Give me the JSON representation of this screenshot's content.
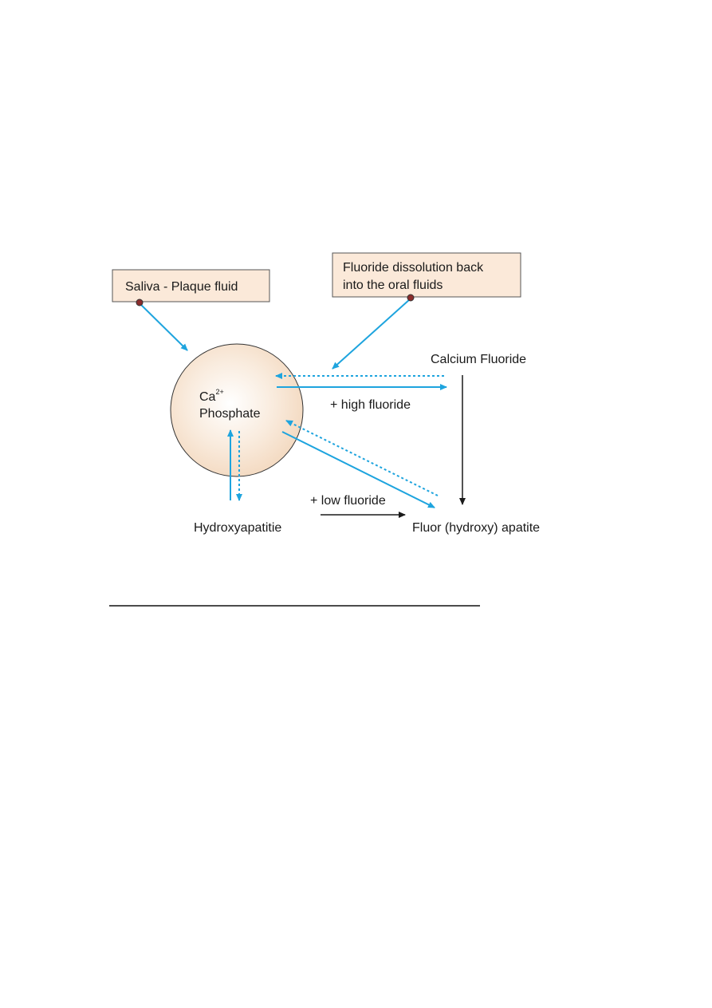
{
  "diagram": {
    "boxes": {
      "saliva": "Saliva - Plaque fluid",
      "dissolution_line1": "Fluoride dissolution back",
      "dissolution_line2": "into the oral fluids"
    },
    "circle": {
      "ion_base": "Ca",
      "ion_charge": "2+",
      "label": "Phosphate"
    },
    "nodes": {
      "calcium_fluoride": "Calcium Fluoride",
      "hydroxyapatite": "Hydroxyapatitie",
      "fluor_apatite": "Fluor (hydroxy) apatite"
    },
    "edge_labels": {
      "high_fluoride": "+ high fluoride",
      "low_fluoride": "+ low fluoride"
    },
    "colors": {
      "arrow_blue": "#1ea4de",
      "arrow_black": "#1a1a1a",
      "box_fill": "#fbe9d9",
      "circle_fill": "#f6dfc9",
      "pin_fill": "#8b2c2c"
    }
  }
}
